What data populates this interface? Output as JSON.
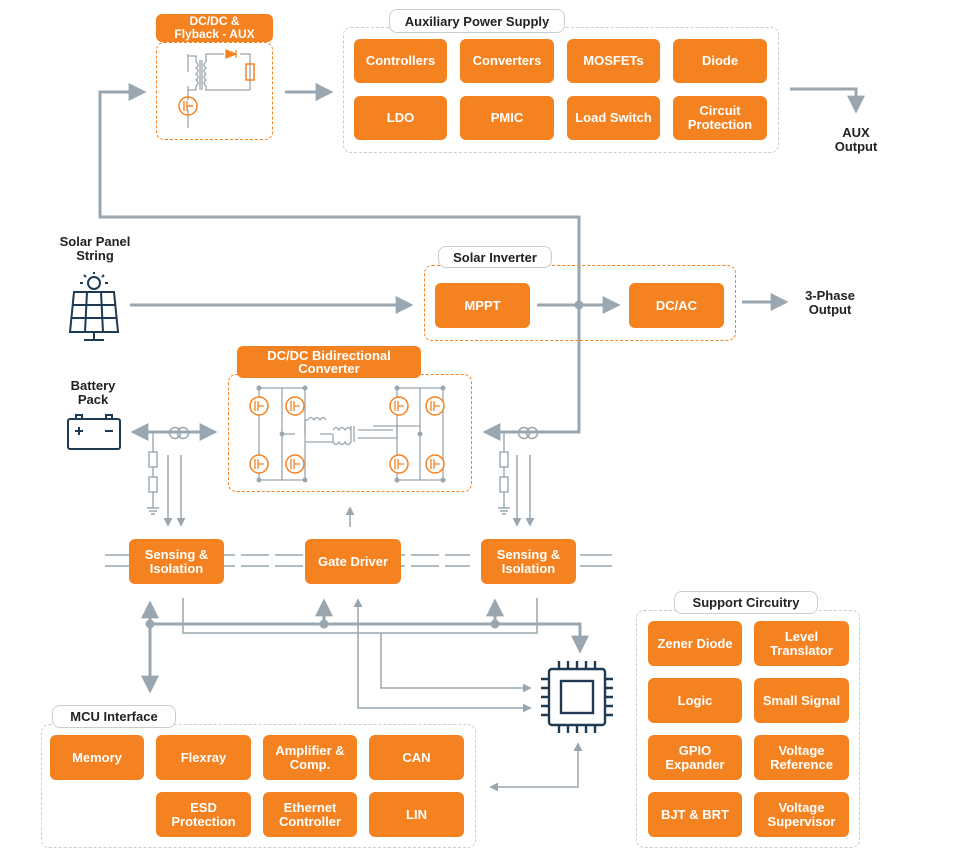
{
  "aux_supply": {
    "title": "Auxiliary Power Supply",
    "items": [
      "Controllers",
      "Converters",
      "MOSFETs",
      "Diode",
      "LDO",
      "PMIC",
      "Load Switch",
      "Circuit\nProtection"
    ],
    "output_label": "AUX\nOutput"
  },
  "flyback": {
    "title": "DC/DC &\nFlyback - AUX"
  },
  "solar_panel": {
    "label": "Solar Panel\nString"
  },
  "solar_inverter": {
    "title": "Solar Inverter",
    "mppt": "MPPT",
    "dcac": "DC/AC",
    "output_label": "3-Phase\nOutput"
  },
  "battery": {
    "label": "Battery\nPack"
  },
  "bidirectional": {
    "title": "DC/DC Bidirectional\nConverter"
  },
  "control_row": {
    "sensing_left": "Sensing &\nIsolation",
    "gate_driver": "Gate Driver",
    "sensing_right": "Sensing &\nIsolation"
  },
  "mcu_interface": {
    "title": "MCU Interface",
    "items": [
      "Memory",
      "Flexray",
      "Amplifier &\nComp.",
      "CAN",
      "ESD\nProtection",
      "Ethernet\nController",
      "LIN"
    ]
  },
  "support": {
    "title": "Support Circuitry",
    "items": [
      "Zener Diode",
      "Level\nTranslator",
      "Logic",
      "Small Signal",
      "GPIO\nExpander",
      "Voltage\nReference",
      "BJT & BRT",
      "Voltage\nSupervisor"
    ]
  },
  "colors": {
    "accent": "#f58220",
    "line": "#9aa7b0",
    "icon": "#1e3a52",
    "dash": "#c9cdd2"
  },
  "icons": [
    "solar-panel-icon",
    "battery-icon",
    "mcu-chip-icon",
    "transformer-icon",
    "mosfet-icon",
    "ground-icon",
    "current-sensor-icon"
  ]
}
